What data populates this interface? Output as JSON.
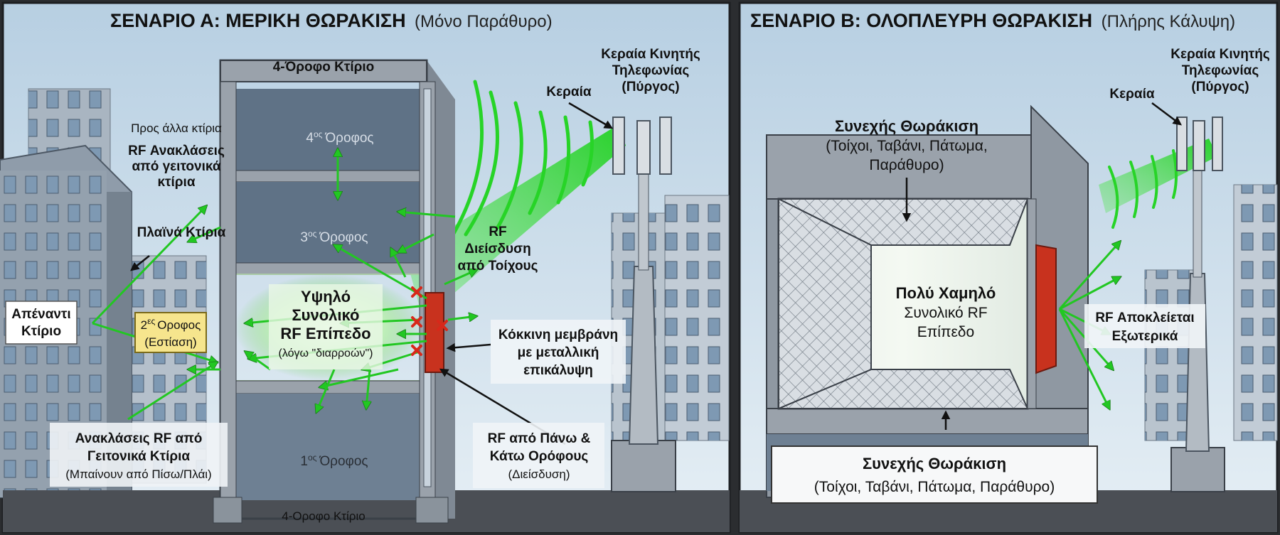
{
  "colors": {
    "sky_top": "#bcd3e4",
    "sky_bottom": "#e8f0f5",
    "rf_green": "#2fd12f",
    "membrane_red": "#c8321e",
    "focus_yellow": "#f6e58d",
    "concrete": "#9aa2ab",
    "ground": "#4b4f55"
  },
  "scenario_a": {
    "title_bold": "ΣΕΝΑΡΙΟ Α: ΜΕΡΙΚΗ ΘΩΡΑΚΙΣΗ",
    "title_normal": "(Μόνο Παράθυρο)",
    "building_top_label": "4-Όροφο Κτίριο",
    "building_bottom_label": "4-Οροφο Κτίριο",
    "floor4": {
      "num": "4",
      "sup": "ος",
      "word": "Όροφος"
    },
    "floor3": {
      "num": "3",
      "sup": "ος",
      "word": "Όροφος"
    },
    "floor1": {
      "num": "1",
      "sup": "ος",
      "word": "Όροφος"
    },
    "floor2_focus": {
      "line1_num": "2",
      "line1_sup": "ες",
      "line1_word": "Οροφος",
      "line2": "(Εστίαση)"
    },
    "tower_label": [
      "Κεραία Κινητής",
      "Τηλεφωνίας",
      "(Πύργος)"
    ],
    "antenna_label": "Κεραία",
    "towards_other": "Προς άλλα κτίρια",
    "reflections_top": [
      "RF Ανακλάσεις",
      "από γειτονικά",
      "κτίρια"
    ],
    "side_buildings": "Πλαϊνά Κτίρια",
    "opposite_building": [
      "Απέναντι",
      "Κτίριο"
    ],
    "high_level": [
      "Υψηλό",
      "Συνολικό",
      "RF Επίπεδο"
    ],
    "leaks_note": "(λόγω \"διαρροών\")",
    "wall_penetration": [
      "RF",
      "Διείσδυση",
      "από Τοίχους"
    ],
    "membrane_label": [
      "Κόκκινη μεμβράνη",
      "με μεταλλική",
      "επικάλυψη"
    ],
    "reflections_bottom": [
      "Ανακλάσεις RF από",
      "Γειτονικά Κτίρια"
    ],
    "reflections_bottom_note": "(Μπαίνουν από Πίσω/Πλάι)",
    "floors_rf": [
      "RF από Πάνω &",
      "Κάτω Ορόφους"
    ],
    "floors_rf_note": "(Διείσδυση)"
  },
  "scenario_b": {
    "title_bold": "ΣΕΝΑΡΙΟ Β: ΟΛΟΠΛΕΥΡΗ ΘΩΡΑΚΙΣΗ",
    "title_normal": "(Πλήρης Κάλυψη)",
    "tower_label": [
      "Κεραία Κινητής",
      "Τηλεφωνίας",
      "(Πύργος)"
    ],
    "antenna_label": "Κεραία",
    "shield_top": [
      "Συνεχής Θωράκιση",
      "(Τοίχοι, Ταβάνι, Πάτωμα,",
      "Παράθυρο)"
    ],
    "very_low_bold": "Πολύ Χαμηλό",
    "very_low_rest": [
      "Συνολικό RF",
      "Επίπεδο"
    ],
    "rf_blocked": [
      "RF Αποκλείεται",
      "Εξωτερικά"
    ],
    "shield_bottom_title": "Συνεχής Θωράκιση",
    "shield_bottom_sub": "(Τοίχοι, Ταβάνι, Πάτωμα, Παράθυρο)"
  }
}
